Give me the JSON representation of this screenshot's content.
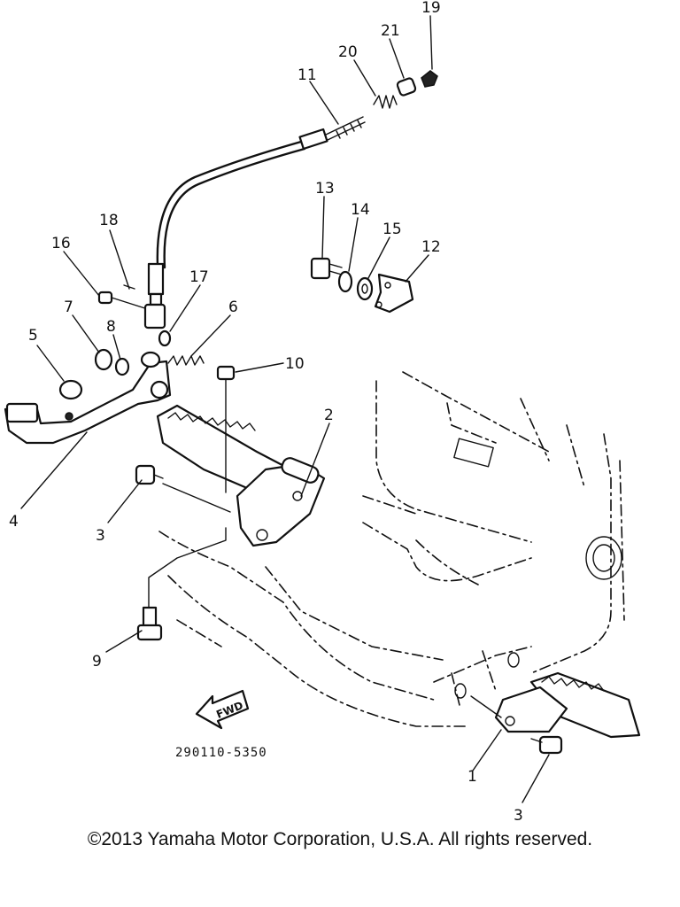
{
  "diagram": {
    "callouts": [
      {
        "label": "19"
      },
      {
        "label": "21"
      },
      {
        "label": "20"
      },
      {
        "label": "11"
      },
      {
        "label": "13"
      },
      {
        "label": "14"
      },
      {
        "label": "15"
      },
      {
        "label": "12"
      },
      {
        "label": "18"
      },
      {
        "label": "16"
      },
      {
        "label": "17"
      },
      {
        "label": "6"
      },
      {
        "label": "7"
      },
      {
        "label": "8"
      },
      {
        "label": "5"
      },
      {
        "label": "10"
      },
      {
        "label": "2"
      },
      {
        "label": "4"
      },
      {
        "label": "3"
      },
      {
        "label": "9"
      },
      {
        "label": "1"
      },
      {
        "label": "3"
      }
    ],
    "direction_tag": "FWD",
    "part_code": "290110-5350"
  },
  "footer": {
    "copyright": "©2013 Yamaha Motor Corporation, U.S.A. All rights reserved."
  }
}
